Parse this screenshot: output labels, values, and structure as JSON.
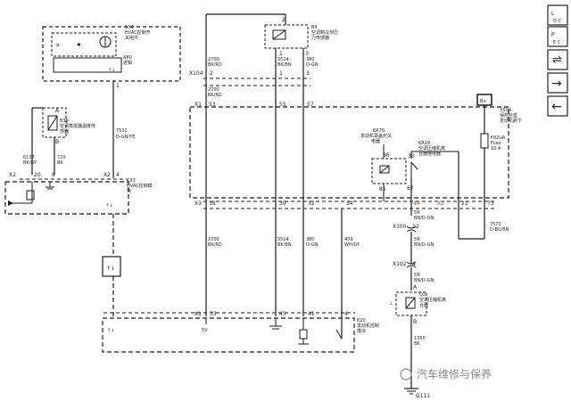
{
  "colors": {
    "line": "#1a1a1a",
    "red_wire": "#c0392b",
    "watermark": "#8a8a8a"
  },
  "components": {
    "s34": {
      "id": "S34",
      "line1": "HVAC控制开",
      "line2": "关组件"
    },
    "a80": {
      "id": "A80",
      "line1": "逻辑"
    },
    "b9": {
      "id": "B9",
      "line1": "空调制冷剂压",
      "line2": "力传感器"
    },
    "b39": {
      "id": "B39",
      "line1": "空调蒸发器温度传",
      "line2": "感器"
    },
    "k33": {
      "id": "K33",
      "line1": "HVAC控制模",
      "line2": "块"
    },
    "x50a": {
      "id": "X50A",
      "line1": "保险丝盒",
      "line2": "发动机舱下"
    },
    "kr70": {
      "id": "KR70",
      "line1": "发动机罩盖开关",
      "line2": "电器"
    },
    "kr29": {
      "id": "KR29",
      "line1": "空调压缩机离",
      "line2": "合器继电器"
    },
    "q2": {
      "id": "Q2",
      "line1": "空调压缩机离",
      "line2": "合器"
    },
    "k20": {
      "id": "K20",
      "line1": "发动机控制",
      "line2": "模块"
    },
    "fuse": {
      "id": "F82UA",
      "line1": "Fuse",
      "line2": "10 A"
    },
    "battery": {
      "label": "B+"
    },
    "ground": {
      "label": "G111"
    }
  },
  "connectors": {
    "x104": "X104",
    "x100": "X100",
    "x102": "X102",
    "x1": "X1",
    "x2": "X2",
    "x3": "X3"
  },
  "wires": {
    "w7531": {
      "circuit": "7531",
      "color": "D-GN/YE"
    },
    "w2700_top": {
      "circuit": "2700",
      "color": "BK/RD"
    },
    "w5514_top": {
      "circuit": "5514",
      "color": "BK/BN"
    },
    "w380_top": {
      "circuit": "380",
      "color": "D-GN"
    },
    "w6137": {
      "circuit": "6137",
      "color": "BK/GY"
    },
    "w720": {
      "circuit": "720",
      "color": "BK"
    },
    "w2700_bot": {
      "circuit": "2700",
      "color": "BK/RD"
    },
    "w5514_bot": {
      "circuit": "5514",
      "color": "BK/BN"
    },
    "w380_bot": {
      "circuit": "380",
      "color": "D-GN"
    },
    "w459": {
      "circuit": "459",
      "color": "WH/GY"
    },
    "w59a": {
      "circuit": "59",
      "color": "BN/D-GN"
    },
    "w59b": {
      "circuit": "59",
      "color": "BN/D-GN"
    },
    "w59c": {
      "circuit": "59",
      "color": "BN/D-GN"
    },
    "w7573": {
      "circuit": "7573",
      "color": "D-BU/BN"
    },
    "w1350": {
      "circuit": "1350",
      "color": "BK"
    }
  },
  "pins": {
    "s34_1": "1",
    "b9_2": "2",
    "b9_1": "1",
    "b9_3": "3",
    "x104_a": "2",
    "x104_b": "1",
    "x104_c": "3",
    "x50_53": "53",
    "x50_55": "55",
    "x50_57": "57",
    "b39_a": "A",
    "b39_b": "B",
    "x2_20": "20",
    "x2_8": "8",
    "x2_4": "4",
    "kr70_86": "86",
    "kr70_85": "85",
    "kr29_30": "30",
    "kr29_86": "86",
    "kr29_87": "87",
    "x3_38": "38",
    "x3_39": "39",
    "x3_32": "32",
    "x3_34": "34",
    "x3_44": "44",
    "x3_X2": "X2",
    "x3_21": "21",
    "x3_73": "73",
    "x100_12": "12",
    "x102_4": "4",
    "q2_a": "A",
    "q2_b": "B",
    "x1_33": "33",
    "x1_45": "45",
    "x1_41": "41",
    "x1_4": "4",
    "k20_5v": "5V"
  },
  "sidebar": {
    "legend1": "L",
    "legend1_sub": "O C",
    "legend2": "P",
    "legend2_sub": "E C",
    "btn3": "⇌",
    "btn4": "→",
    "btn5": "←"
  },
  "watermark": {
    "text": "汽车维修与保养"
  }
}
